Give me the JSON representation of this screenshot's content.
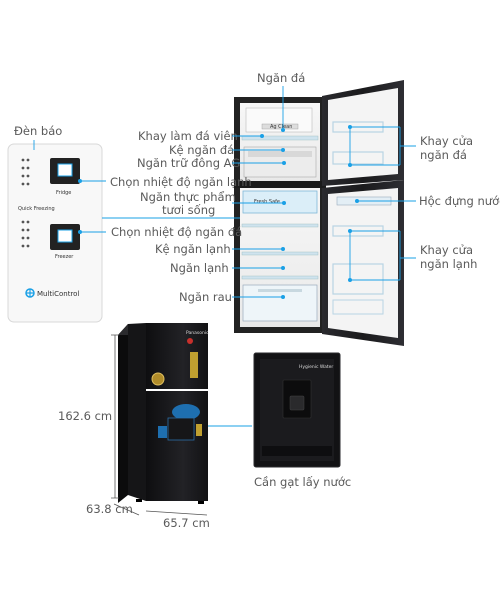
{
  "control_panel": {
    "indicator_label": "Đèn báo",
    "fridge_label": "Fridge",
    "freezer_label": "Freezer",
    "quick_label": "Quick Freezing",
    "brand_label": "MultiControl"
  },
  "callouts": {
    "ice_tray": "Ngăn đá",
    "ice_maker": "Khay làm đá viên",
    "freezer_shelf": "Kệ ngăn đá",
    "ag_compartment": "Ngăn trữ đông AG",
    "fridge_temp": "Chọn nhiệt độ ngăn lạnh",
    "fresh_food_line1": "Ngăn thực phẩm",
    "fresh_food_line2": "tươi sống",
    "freezer_temp": "Chọn nhiệt độ ngăn đá",
    "fridge_shelf": "Kệ ngăn lạnh",
    "fridge_compartment": "Ngăn lạnh",
    "vegetable": "Ngăn rau",
    "freezer_door_line1": "Khay cửa",
    "freezer_door_line2": "ngăn đá",
    "water_box": "Hộc đựng nước",
    "fridge_door_line1": "Khay cửa",
    "fridge_door_line2": "ngăn lạnh",
    "water_lever": "Cần gạt lấy nước"
  },
  "dimensions": {
    "height": "162.6 cm",
    "depth": "63.8 cm",
    "width": "65.7 cm"
  },
  "fridge_texts": {
    "ag_text": "Ag Clean",
    "fresh_text": "Fresh Safe",
    "dispenser_brand": "Panasonic",
    "dispenser_title": "Hygienic Water"
  },
  "colors": {
    "accent": "#1aa0e6",
    "fridge_body": "#1c1c1e"
  }
}
